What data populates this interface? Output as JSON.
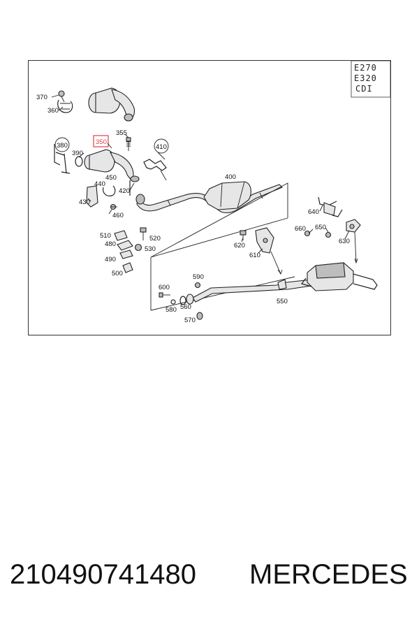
{
  "diagram": {
    "model_lines": [
      "E270",
      "E320",
      "CDI"
    ],
    "highlight_color": "#e0404a",
    "labels": {
      "l370": "370",
      "l360": "360",
      "l355": "355",
      "l350": "350",
      "l380": "380",
      "l390": "390",
      "l410": "410",
      "l400": "400",
      "l450": "450",
      "l440": "440",
      "l420": "420",
      "l430": "430",
      "l460": "460",
      "l510": "510",
      "l520": "520",
      "l480": "480",
      "l530": "530",
      "l490": "490",
      "l500": "500",
      "l620": "620",
      "l610": "610",
      "l640": "640",
      "l660": "660",
      "l650": "650",
      "l630": "630",
      "l590": "590",
      "l600": "600",
      "l580": "580",
      "l560": "560",
      "l570": "570",
      "l550": "550"
    }
  },
  "footer": {
    "part_number": "210490741480",
    "brand": "MERCEDES"
  }
}
